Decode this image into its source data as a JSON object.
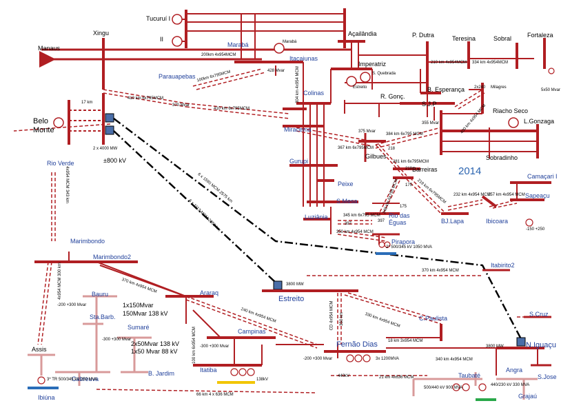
{
  "year": "2014",
  "colors": {
    "main": "#b01e22",
    "pink": "#d89a9a",
    "dark": "#000000",
    "blue_text": "#1f3f9a",
    "year": "#2b64b0"
  },
  "substations": {
    "tucurui": "Tucuruí I",
    "ii": "II",
    "xingu": "Xingu",
    "manaus": "Manaus",
    "maraba": "Marabá",
    "maraba_gen": "Marabá",
    "acailandia": "Açailândia",
    "imperatriz": "Imperatriz",
    "s_quebrada": "S. Quebrada",
    "estreito_top": "Estreito",
    "pdutra": "P. Dutra",
    "teresina": "Teresina",
    "sobral": "Sobral",
    "fortaleza": "Fortaleza",
    "itacaiunas": "Itacaiunas",
    "parauapebas": "Parauapebas",
    "colinas": "Colinas",
    "rgonc": "R. Gonç.",
    "besperanca": "B. Esperança",
    "milagres": "Milagres",
    "sjp": "S.J.P",
    "riacho_seco": "Riacho Seco",
    "lgonzaga": "L.Gonzaga",
    "belo_monte": "Belo\nMonte",
    "miracema": "Miracema",
    "gilbues": "Gilbues",
    "sobradinho": "Sobradinho",
    "barreiras": "Barreiras",
    "gurupi": "Gurupi",
    "peixe": "Peixe",
    "smesa": "S.Mesa",
    "camacari": "Camaçari I",
    "sapeacu": "Sapeaçu",
    "luziania": "Luziânia",
    "rio_eguas": "Rio das\nÉguas",
    "bjlapa": "BJ.Lapa",
    "ibicoara": "Ibicoara",
    "pirapora": "Pirapora",
    "rio_verde": "Rio Verde",
    "marimbondo": "Marimbondo",
    "marimbondo2": "Marimbondo2",
    "itabirito2": "Itabirito2",
    "estreito": "Estreito",
    "bauru": "Bauru",
    "araraq": "Araraq",
    "sta_barb": "Sta.Barb.",
    "sumare": "Sumaré",
    "cpaulista": "C.Paulista",
    "scruz": "S.Cruz",
    "campinas": "Campinas",
    "assis": "Assis",
    "fernao_dias": "Fernão Dias",
    "niguacu": "N.Iguaçu",
    "itatiba": "Itatiba",
    "bjardim": "B. Jardim",
    "angra": "Angra",
    "sjose": "S.Jose",
    "cabreuva": "Cabreuva",
    "taubate": "Taubaté",
    "ibiuna": "Ibiúna",
    "grajau": "Grajaú"
  },
  "line_labels": {
    "maraba_xingu": "200km 4x954MCM",
    "parauapebas_itac": "100km 6x795MCM",
    "xingu_parau": "410 km 6x795MCM",
    "parau_mira": "410 km 6x795MCM",
    "itac_colinas": "304 km 4x954 MCM",
    "pdutra_ter": "210 km 4x954MCM",
    "ter_sobral": "334 km 4x954MCM",
    "mil_sjp": "2x240",
    "sjp_lg": "400 km 4x954 MCM",
    "mira_gil": "375 Mvar",
    "mira_gil_km": "367 km 6x795MCM",
    "gil_sjp": "384 km 6x795 MCM",
    "sjp_mvar": "355 Mvar",
    "gil_218": "218",
    "gil_barr": "281 km 6x795MCM",
    "barr_218": "218",
    "barr_lapa": "219 km 6x795MCM",
    "lapa_ibic": "232 km 4x954 MCM",
    "ibic_sap": "257 km 4x954 MCM",
    "barr_175a": "175",
    "barr_175b": "175",
    "rio_eg_km": "248 km 6x795 MCM",
    "lu_rio": "345 km 6x795 MCM",
    "lu_397": "397",
    "rio_397": "397",
    "lu_pira": "350 km 4x954 MCM",
    "belo_dc1": "6 x 1590 MCM 2575 km",
    "belo_dc2": "6 x 1113 MCM 2050 km",
    "bm_mw": "2 x 4000 MW",
    "bm_kv": "±800 kV",
    "est_mw": "3800 MW",
    "ngu_mw": "3800 MW",
    "bm_17": "17 km",
    "rv_mar": "4x954 MCM 343 km",
    "mar_assis": "4x954 MCM 300 km",
    "mar_arar": "370 km 4x954 MCM",
    "arar_fd": "240 km 4x954 MCM",
    "est_ita": "370 km 4x954 MCM",
    "est_cp": "330 km 4x954 MCM",
    "cd_fd": "CD 4x954 MCM",
    "km350": "350 km",
    "fd_cp": "18 km 3x954 MCM",
    "fd_ngu": "340 km 4x954 MCM",
    "fd_angra": "21 km 4x636 MCM",
    "arar_itat": "100 km 6x954 MCM",
    "itat_cab": "66 km 4 x 636 MCM",
    "mvar428": "428 Mvar",
    "mvar370": "370 Mvar",
    "mvar_sobral": "5x50 Mvar",
    "fd_kv": "440kV",
    "fd_tr": "3x 1200MVA",
    "tb_tr": "500/440 kV 900 MVA",
    "angra_tr": "440/230 kV 330 MVA",
    "itat_kv": "138kV",
    "pira_tr": "2* 500/345 kV 1050 MVA",
    "ib_tr": "3* TR 500/345 kV 250 MVA",
    "sap_mvar": "-150 +250",
    "bauru_a": "1x150Mvar",
    "bauru_b": "150Mvar 138 kV",
    "sumare_a": "2x50Mvar 138 kV",
    "sumare_b": "1x50 Mvar 88 kV",
    "bauru_svc": "-200 +300 Mvar",
    "sbarb_svc": "-300 +300 Mvar",
    "arar_svc": "-300 +300 Mvar",
    "fd_svc": "-200 +300 Mvar"
  }
}
